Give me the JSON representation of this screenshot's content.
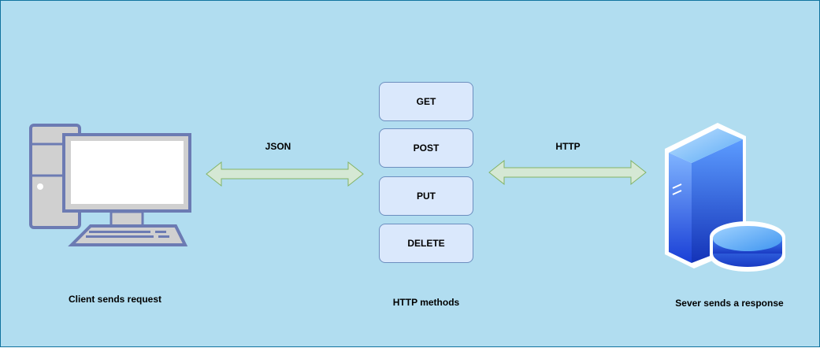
{
  "diagram": {
    "colors": {
      "background": "#b1ddf0",
      "border": "#10739e",
      "box_fill": "#dae8fc",
      "box_stroke": "#6c8ebf",
      "arrow_fill": "#d5e8d4",
      "arrow_stroke": "#82b366",
      "computer_stroke": "#6c7bb3",
      "server_blue": "#2d6ef5"
    },
    "icons": {
      "client": "desktop-computer-icon",
      "server": "server-database-icon"
    },
    "methods": [
      "GET",
      "POST",
      "PUT",
      "DELETE"
    ],
    "arrow_left_label": "JSON",
    "arrow_right_label": "HTTP",
    "client_caption": "Client sends request",
    "methods_caption": "HTTP methods",
    "server_caption": "Sever sends a response"
  }
}
